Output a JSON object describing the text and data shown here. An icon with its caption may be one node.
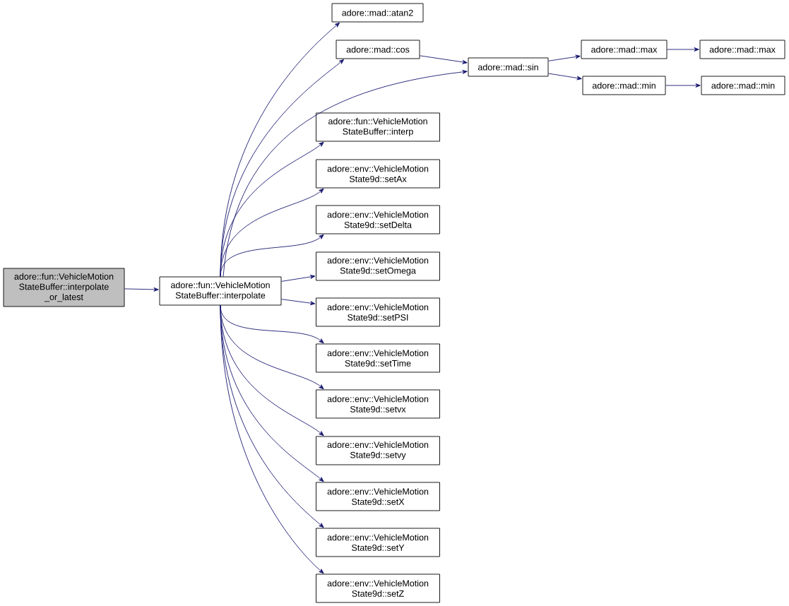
{
  "diagram": {
    "nodes": [
      {
        "text": [
          "adore::fun::VehicleMotion StateBuffer::interpolate _or_latest"
        ]
      },
      {
        "text": [
          "adore::fun::VehicleMotion StateBuffer::interpolate"
        ]
      },
      {
        "text": [
          "adore::mad::atan2"
        ]
      },
      {
        "text": [
          "adore::mad::cos"
        ]
      },
      {
        "text": [
          "adore::mad::sin"
        ]
      },
      {
        "text": [
          "adore::mad::max"
        ]
      },
      {
        "text": [
          "adore::mad::min"
        ]
      },
      {
        "text": [
          "adore::mad::max"
        ]
      },
      {
        "text": [
          "adore::mad::min"
        ]
      },
      {
        "text": [
          "adore::fun::VehicleMotion StateBuffer::interp"
        ]
      },
      {
        "text": [
          "adore::env::VehicleMotion State9d::setAx"
        ]
      },
      {
        "text": [
          "adore::env::VehicleMotion State9d::setDelta"
        ]
      },
      {
        "text": [
          "adore::env::VehicleMotion State9d::setOmega"
        ]
      },
      {
        "text": [
          "adore::env::VehicleMotion State9d::setPSI"
        ]
      },
      {
        "text": [
          "adore::env::VehicleMotion State9d::setTime"
        ]
      },
      {
        "text": [
          "adore::env::VehicleMotion State9d::setvx"
        ]
      },
      {
        "text": [
          "adore::env::VehicleMotion State9d::setvy"
        ]
      },
      {
        "text": [
          "adore::env::VehicleMotion State9d::setX"
        ]
      },
      {
        "text": [
          "adore::env::VehicleMotion State9d::setY"
        ]
      },
      {
        "text": [
          "adore::env::VehicleMotion State9d::setZ"
        ]
      }
    ],
    "edges": [
      {
        "from": 0,
        "to": 1,
        "arrow": "to"
      },
      {
        "from": 1,
        "to": 2,
        "arrow": "to"
      },
      {
        "from": 1,
        "to": 3,
        "arrow": "to"
      },
      {
        "from": 1,
        "to": 4,
        "arrow": "to"
      },
      {
        "from": 1,
        "to": 9,
        "arrow": "to"
      },
      {
        "from": 1,
        "to": 10,
        "arrow": "to"
      },
      {
        "from": 1,
        "to": 11,
        "arrow": "to"
      },
      {
        "from": 1,
        "to": 12,
        "arrow": "to"
      },
      {
        "from": 1,
        "to": 13,
        "arrow": "to"
      },
      {
        "from": 1,
        "to": 14,
        "arrow": "to"
      },
      {
        "from": 1,
        "to": 15,
        "arrow": "to"
      },
      {
        "from": 1,
        "to": 16,
        "arrow": "to"
      },
      {
        "from": 1,
        "to": 17,
        "arrow": "to"
      },
      {
        "from": 1,
        "to": 18,
        "arrow": "to"
      },
      {
        "from": 1,
        "to": 19,
        "arrow": "to"
      },
      {
        "from": 3,
        "to": 4,
        "arrow": "to"
      },
      {
        "from": 4,
        "to": 5,
        "arrow": "to"
      },
      {
        "from": 4,
        "to": 6,
        "arrow": "to"
      },
      {
        "from": 5,
        "to": 7,
        "arrow": "to"
      },
      {
        "from": 6,
        "to": 8,
        "arrow": "to"
      }
    ]
  }
}
